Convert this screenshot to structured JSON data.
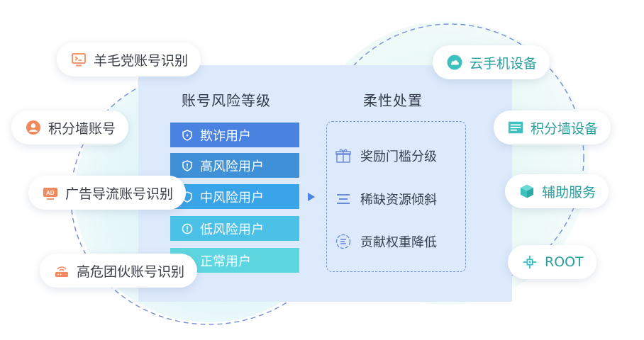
{
  "panel": {
    "left_title": "账号风险等级",
    "right_title": "柔性处置"
  },
  "risk_levels": [
    {
      "label": "欺诈用户",
      "color": "#4a82e2",
      "icon": "shield-bolt-icon"
    },
    {
      "label": "高风险用户",
      "color": "#3f90d6",
      "icon": "shield-alert-icon"
    },
    {
      "label": "中风险用户",
      "color": "#3aa4e8",
      "icon": "shield-icon"
    },
    {
      "label": "低风险用户",
      "color": "#4cc1e8",
      "icon": "alert-circle-icon"
    },
    {
      "label": "正常用户",
      "color": "#5ed6df",
      "icon": "check-icon"
    }
  ],
  "dispositions": [
    {
      "label": "奖励门槛分级",
      "icon": "gift-icon"
    },
    {
      "label": "稀缺资源倾斜",
      "icon": "list-icon"
    },
    {
      "label": "贡献权重降低",
      "icon": "weight-icon"
    }
  ],
  "left_tags": [
    {
      "label": "羊毛党账号识别",
      "icon": "terminal-icon"
    },
    {
      "label": "积分墙账号",
      "icon": "user-icon"
    },
    {
      "label": "广告导流账号识别",
      "icon": "ad-icon"
    },
    {
      "label": "高危团伙账号识别",
      "icon": "router-icon"
    }
  ],
  "right_tags": [
    {
      "label": "云手机设备",
      "icon": "cloud-icon"
    },
    {
      "label": "积分墙设备",
      "icon": "panel-icon"
    },
    {
      "label": "辅助服务",
      "icon": "cube-icon"
    },
    {
      "label": "ROOT",
      "icon": "chip-icon"
    }
  ],
  "colors": {
    "panel_bg": "#ddeafc",
    "left_tag_icon": "#f08a5d",
    "right_tag_text": "#2a9fa0",
    "dash_ring": "#7d93d8"
  }
}
